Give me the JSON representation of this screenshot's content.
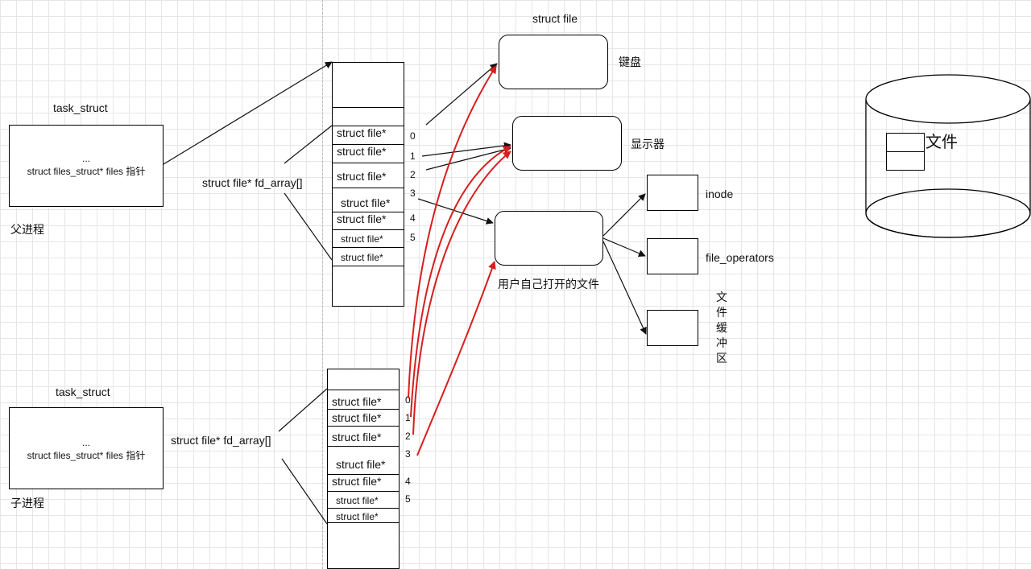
{
  "parent": {
    "title": "task_struct",
    "ellipsis": "...",
    "field": "struct files_struct* files 指针",
    "caption": "父进程",
    "fd_array_label": "struct file* fd_array[]",
    "rows": [
      "struct file*",
      "struct file*",
      "struct file*",
      "struct file*",
      "struct file*",
      "struct file*",
      "struct file*"
    ],
    "indices": [
      "0",
      "1",
      "2",
      "3",
      "4",
      "5"
    ]
  },
  "child": {
    "title": "task_struct",
    "ellipsis": "...",
    "field": "struct files_struct* files 指针",
    "caption": "子进程",
    "fd_array_label": "struct file* fd_array[]",
    "rows": [
      "struct file*",
      "struct file*",
      "struct file*",
      "struct file*",
      "struct file*",
      "struct file*",
      "struct file*"
    ],
    "indices": [
      "0",
      "1",
      "2",
      "3",
      "4",
      "5"
    ]
  },
  "struct_file_title": "struct file",
  "files": {
    "keyboard": "键盘",
    "monitor": "显示器",
    "user_file": "用户自己打开的文件"
  },
  "inode": "inode",
  "file_operators": "file_operators",
  "file_buffer": [
    "文",
    "件",
    "缓",
    "冲",
    "区"
  ],
  "disk": {
    "title": "磁盘",
    "file": "文件"
  },
  "colors": {
    "red_arrow": "#d81e1e",
    "black_arrow": "#111111"
  }
}
